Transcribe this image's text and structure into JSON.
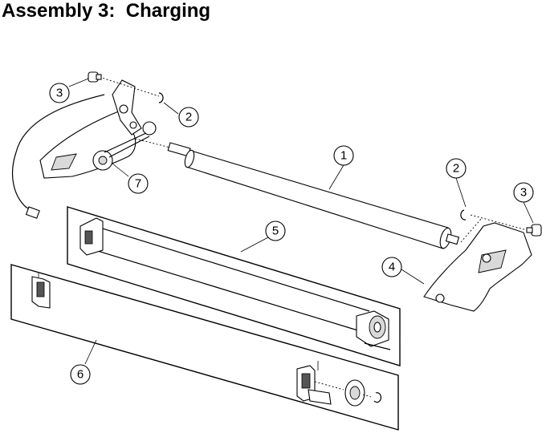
{
  "page": {
    "title": "Assembly 3:  Charging"
  },
  "callouts": [
    {
      "id": "callout-1",
      "label": "1"
    },
    {
      "id": "callout-2-left",
      "label": "2"
    },
    {
      "id": "callout-2-right",
      "label": "2"
    },
    {
      "id": "callout-3-left",
      "label": "3"
    },
    {
      "id": "callout-3-right",
      "label": "3"
    },
    {
      "id": "callout-4",
      "label": "4"
    },
    {
      "id": "callout-5",
      "label": "5"
    },
    {
      "id": "callout-6",
      "label": "6"
    },
    {
      "id": "callout-7",
      "label": "7"
    }
  ]
}
